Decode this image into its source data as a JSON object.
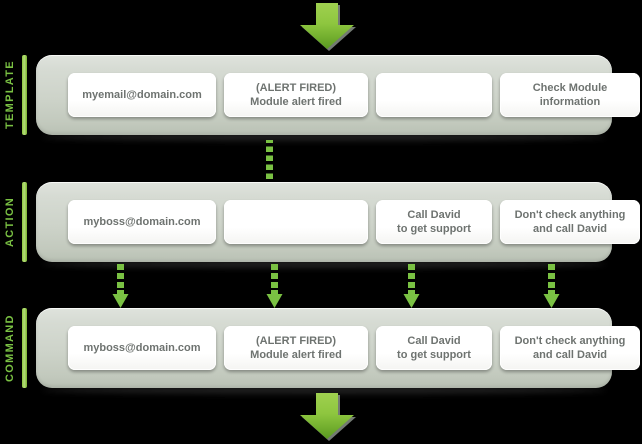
{
  "rows": [
    {
      "label": "TEMPLATE",
      "cells": [
        {
          "lines": [
            "myemail@domain.com"
          ],
          "empty": false
        },
        {
          "lines": [
            "(ALERT FIRED)",
            "Module alert fired"
          ],
          "empty": false
        },
        {
          "lines": [],
          "empty": true
        },
        {
          "lines": [
            "Check Module",
            "information"
          ],
          "empty": false
        }
      ]
    },
    {
      "label": "ACTION",
      "cells": [
        {
          "lines": [
            "myboss@domain.com"
          ],
          "empty": false
        },
        {
          "lines": [],
          "empty": true
        },
        {
          "lines": [
            "Call David",
            "to get support"
          ],
          "empty": false
        },
        {
          "lines": [
            "Don't check anything",
            "and call David"
          ],
          "empty": false
        }
      ]
    },
    {
      "label": "COMMAND",
      "cells": [
        {
          "lines": [
            "myboss@domain.com"
          ],
          "empty": false
        },
        {
          "lines": [
            "(ALERT FIRED)",
            "Module alert fired"
          ],
          "empty": false
        },
        {
          "lines": [
            "Call David",
            "to get support"
          ],
          "empty": false
        },
        {
          "lines": [
            "Don't check anything",
            "and call David"
          ],
          "empty": false
        }
      ]
    }
  ],
  "arrows": {
    "top_icon": "down-arrow-icon",
    "bottom_icon": "down-arrow-icon",
    "connector_icon": "dotted-down-arrow-icon"
  },
  "colors": {
    "accent_green": "#7ac143",
    "panel_gray": "#cdd3c9",
    "cell_white": "#ffffff",
    "text_gray": "#6e7370"
  }
}
